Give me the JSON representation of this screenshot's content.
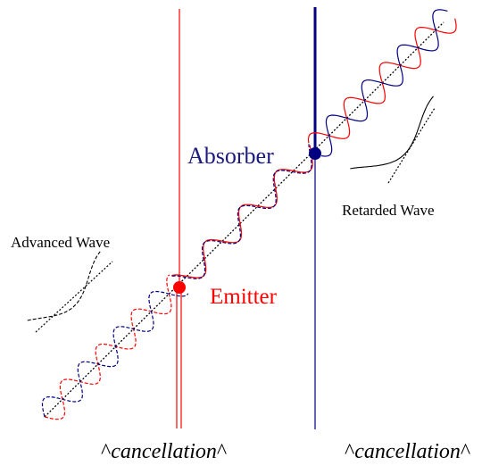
{
  "labels": {
    "absorber": "Absorber",
    "emitter": "Emitter",
    "retarded_wave": "Retarded Wave",
    "advanced_wave": "Advanced Wave",
    "cancellation_left": {
      "pre": "^",
      "word": "cancellation",
      "post": "^"
    },
    "cancellation_right": {
      "pre": "^",
      "word": "cancellation",
      "post": "^"
    }
  },
  "colors": {
    "emitter": "#ff0000",
    "absorber": "#000080",
    "text_emitter": "#ff0000",
    "text_absorber": "#1a1a80",
    "ink": "#000000"
  }
}
